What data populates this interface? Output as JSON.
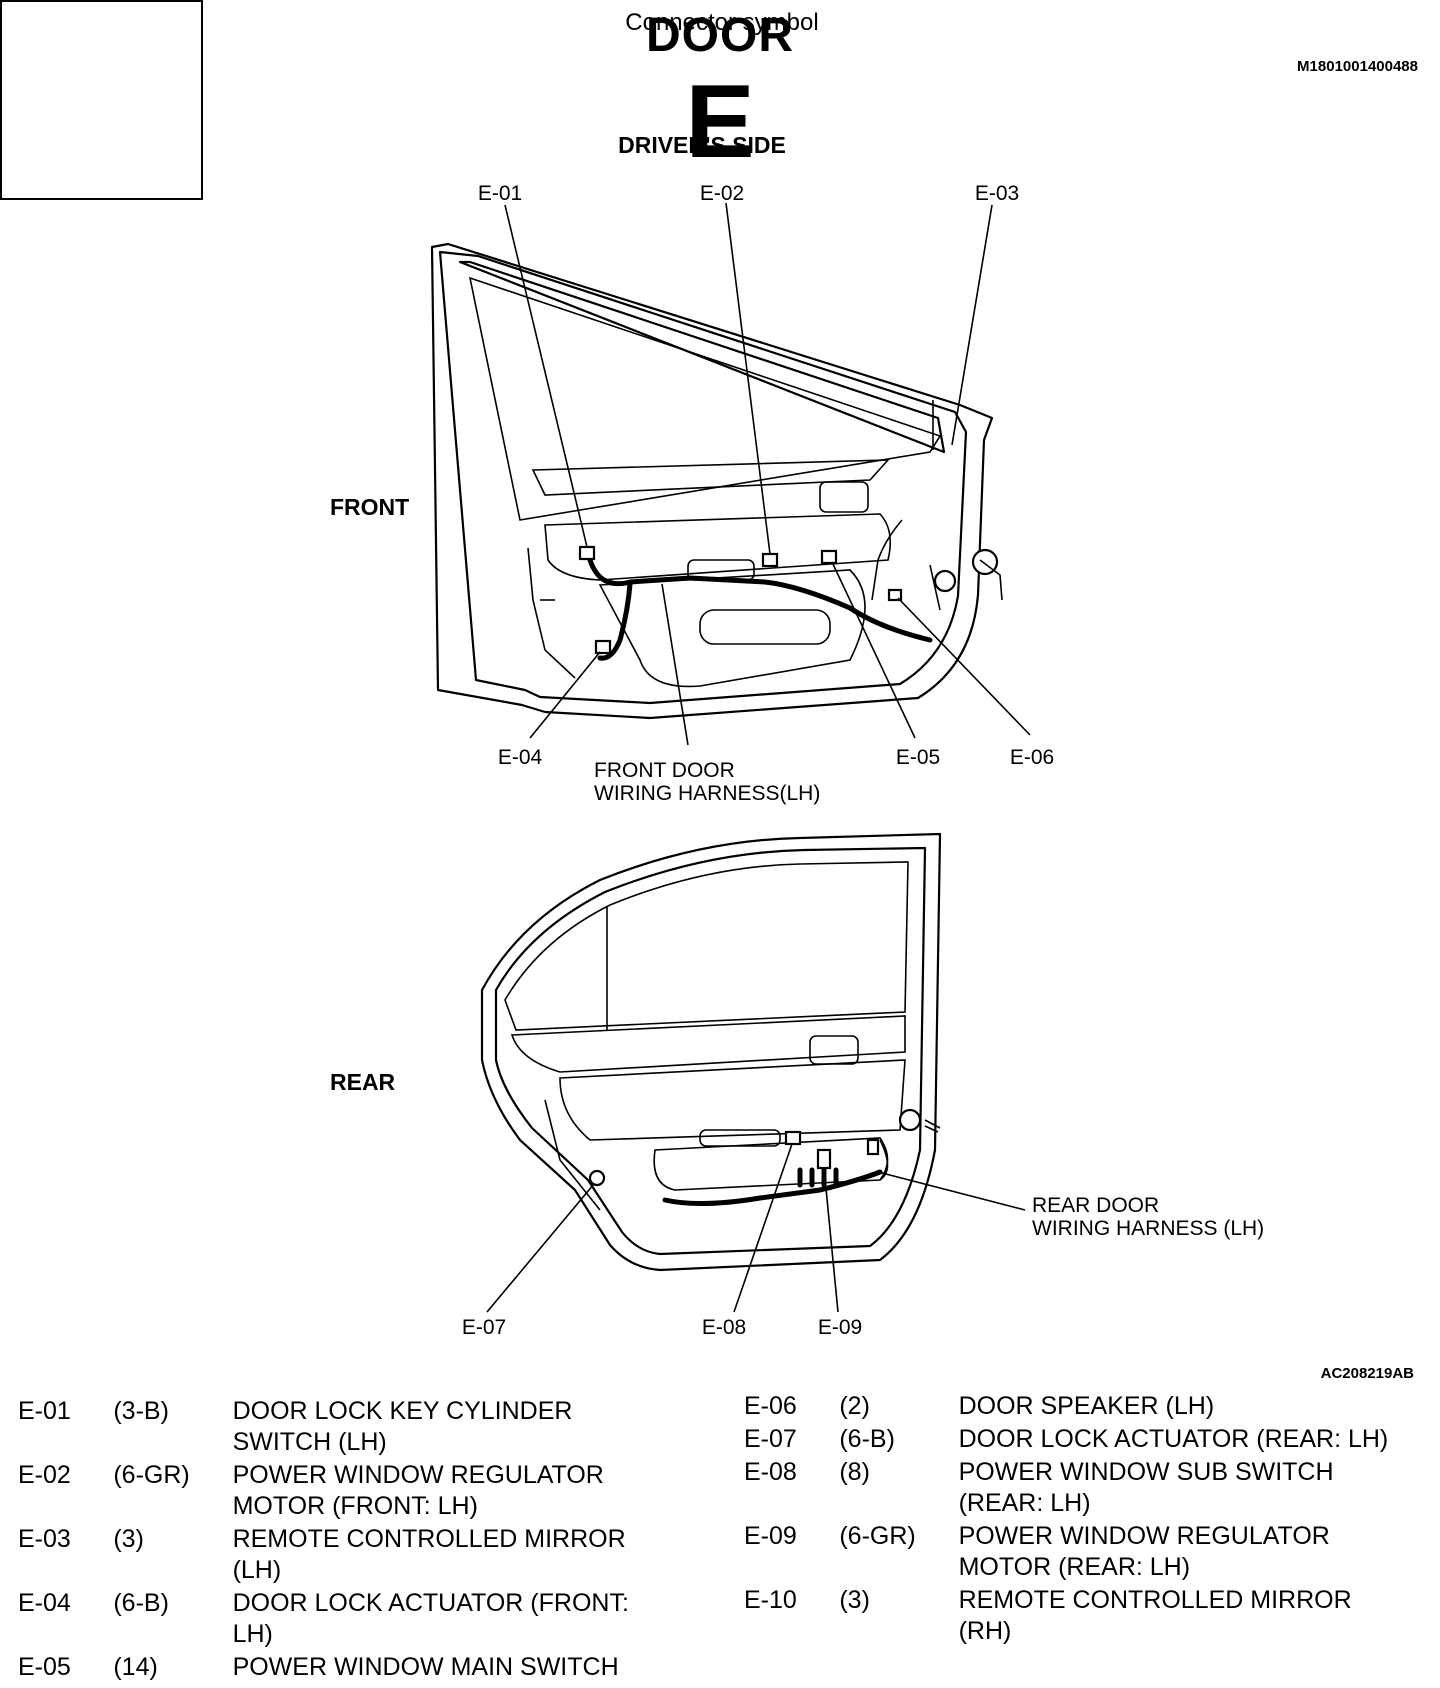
{
  "title": "DOOR",
  "doc_id": "M1801001400488",
  "figure_id": "AC208219AB",
  "connector_symbol": {
    "label": "Connector symbol",
    "letter": "E"
  },
  "diagram": {
    "side_label": "DRIVER'S SIDE",
    "front_label": "FRONT",
    "rear_label": "REAR",
    "front_harness_line1": "FRONT DOOR",
    "front_harness_line2": "WIRING HARNESS(LH)",
    "rear_harness_line1": "REAR DOOR",
    "rear_harness_line2": "WIRING HARNESS (LH)",
    "callouts": {
      "e01": "E-01",
      "e02": "E-02",
      "e03": "E-03",
      "e04": "E-04",
      "e05": "E-05",
      "e06": "E-06",
      "e07": "E-07",
      "e08": "E-08",
      "e09": "E-09"
    }
  },
  "legend_left": [
    {
      "code": "E-01",
      "size": "(3-B)",
      "desc": "DOOR LOCK KEY CYLINDER SWITCH (LH)"
    },
    {
      "code": "E-02",
      "size": "(6-GR)",
      "desc": "POWER WINDOW REGULATOR MOTOR (FRONT: LH)"
    },
    {
      "code": "E-03",
      "size": "(3)",
      "desc": "REMOTE CONTROLLED MIRROR (LH)"
    },
    {
      "code": "E-04",
      "size": "(6-B)",
      "desc": "DOOR LOCK ACTUATOR (FRONT: LH)"
    },
    {
      "code": "E-05",
      "size": "(14)",
      "desc": "POWER WINDOW MAIN SWITCH"
    }
  ],
  "legend_right": [
    {
      "code": "E-06",
      "size": "(2)",
      "desc": "DOOR SPEAKER (LH)"
    },
    {
      "code": "E-07",
      "size": "(6-B)",
      "desc": "DOOR LOCK ACTUATOR (REAR: LH)"
    },
    {
      "code": "E-08",
      "size": "(8)",
      "desc": "POWER WINDOW SUB SWITCH (REAR: LH)"
    },
    {
      "code": "E-09",
      "size": "(6-GR)",
      "desc": "POWER WINDOW REGULATOR MOTOR (REAR: LH)"
    },
    {
      "code": "E-10",
      "size": "(3)",
      "desc": "REMOTE CONTROLLED MIRROR (RH)"
    }
  ]
}
